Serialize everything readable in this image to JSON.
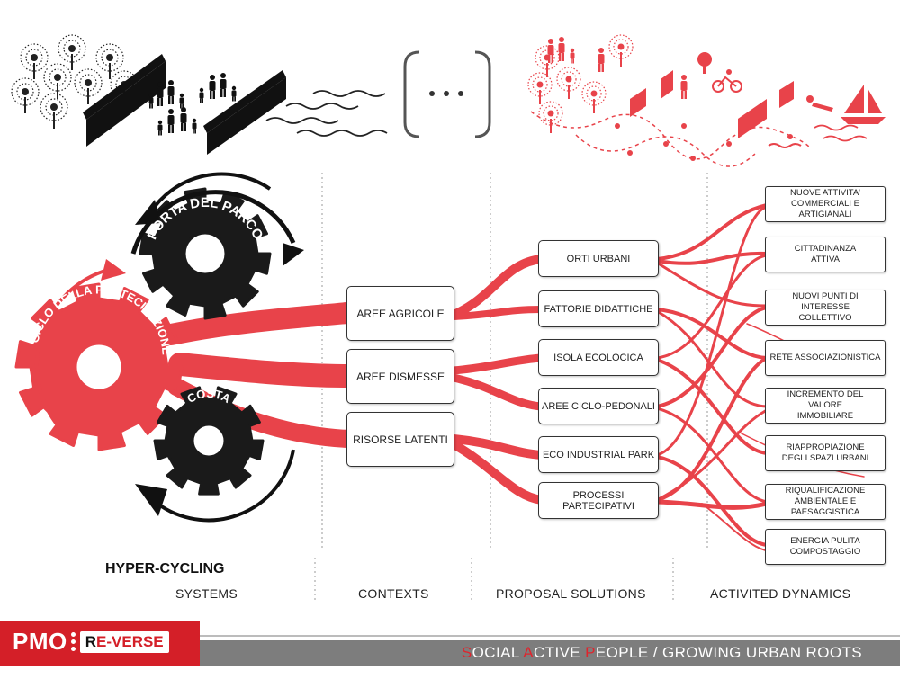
{
  "systems": {
    "gear_red_label": "CICLO DELLA PARTECIPAZIONE",
    "gear_top_label": "PORTA DEL PARCO",
    "gear_bottom_label": "COSTA",
    "title": "HYPER-CYCLING"
  },
  "middle_icon": "(...)",
  "contexts": [
    "AREE AGRICOLE",
    "AREE DISMESSE",
    "RISORSE LATENTI"
  ],
  "solutions": [
    "ORTI URBANI",
    "FATTORIE DIDATTICHE",
    "ISOLA ECOLOCICA",
    "AREE CICLO-PEDONALI",
    "ECO INDUSTRIAL PARK",
    "PROCESSI  PARTECIPATIVI"
  ],
  "dynamics": [
    [
      "NUOVE ATTIVITA'",
      "COMMERCIALI E",
      "ARTIGIANALI"
    ],
    [
      "CITTADINANZA",
      "ATTIVA"
    ],
    [
      "NUOVI PUNTI DI INTERESSE",
      "COLLETTIVO"
    ],
    [
      "RETE  ASSOCIAZIONISTICA"
    ],
    [
      "INCREMENTO DEL VALORE",
      "IMMOBILIARE"
    ],
    [
      "RIAPPROPIAZIONE",
      "DEGLI SPAZI URBANI"
    ],
    [
      "RIQUALIFICAZIONE",
      "AMBIENTALE E",
      "PAESAGGISTICA"
    ],
    [
      "ENERGIA PULITA",
      "COMPOSTAGGIO"
    ]
  ],
  "column_headers": {
    "systems": "SYSTEMS",
    "contexts": "CONTEXTS",
    "solutions": "PROPOSAL SOLUTIONS",
    "dynamics": "ACTIVITED  DYNAMICS"
  },
  "footer": {
    "brand_pmo": "PMO",
    "brand_reverse_r": "R",
    "brand_reverse_rest": "E-VERSE",
    "tagline_parts": [
      {
        "text": "S",
        "accent": true
      },
      {
        "text": "OCIAL ",
        "accent": false
      },
      {
        "text": "A",
        "accent": true
      },
      {
        "text": "CTIVE ",
        "accent": false
      },
      {
        "text": "P",
        "accent": true
      },
      {
        "text": "EOPLE",
        "accent": false
      },
      {
        "text": " / GROWING URBAN ROOTS",
        "accent": false
      }
    ]
  },
  "colors": {
    "accent_red": "#e8434a",
    "brand_red": "#d41f28",
    "gear_dark": "#1a1a1a",
    "footer_gray": "#7d7d7d"
  },
  "icons": [
    "tree-icon",
    "wall-icon",
    "family-icon",
    "waves-icon",
    "bracket-ellipsis-icon",
    "sailboat-icon",
    "swimmer-icon",
    "cyclist-icon"
  ]
}
